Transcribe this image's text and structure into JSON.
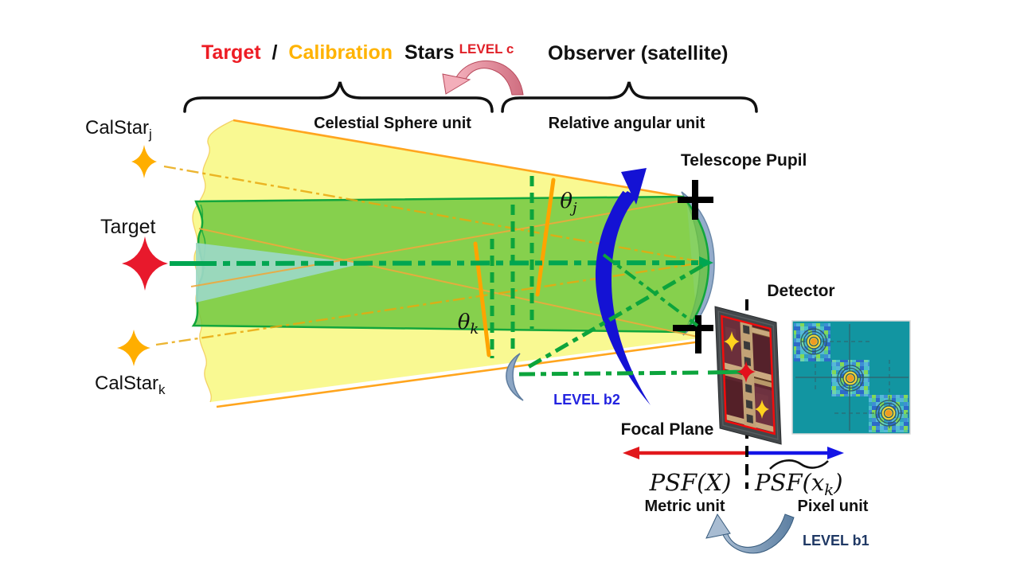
{
  "header": {
    "target": "Target",
    "slash": "/",
    "calibration": "Calibration",
    "stars": "Stars",
    "level_c": "LEVEL c",
    "observer": "Observer (satellite)",
    "celestial_unit": "Celestial Sphere unit",
    "relative_unit": "Relative angular unit"
  },
  "sources": {
    "calstar": "CalStar",
    "sub_j": "j",
    "sub_k": "k",
    "target": "Target"
  },
  "optics": {
    "telescope_pupil": "Telescope Pupil",
    "theta": "θ",
    "level_b2": "LEVEL b2"
  },
  "detector_area": {
    "detector": "Detector",
    "focal_plane": "Focal Plane"
  },
  "focal_axis": {
    "psf_metric": "PSF(X)",
    "psf_pixel_base": "PSF(x",
    "psf_pixel_sub": "k",
    "psf_pixel_close": ")",
    "metric_unit": "Metric unit",
    "pixel_unit": "Pixel unit",
    "level_b1": "LEVEL b1"
  },
  "colors": {
    "target_red": "#ed1c24",
    "calibration_orange": "#ffb300",
    "beam_yellow": "#f9f98c",
    "beam_green": "#5eb73c",
    "axis_green": "#00a651",
    "beam_border_orange": "#ffa51e",
    "level_c_red": "#e02028",
    "level_b2_blue": "#2323e0",
    "level_b1_navy": "#1f3864",
    "big_arrow_blue": "#1412d4",
    "pink_arrow": "#e8929f",
    "steel_arrow": "#8fa9c2",
    "heatmap_teal": "#1295a1",
    "metric_arrow_red": "#e1181c",
    "pixel_arrow_blue": "#1414e6"
  }
}
